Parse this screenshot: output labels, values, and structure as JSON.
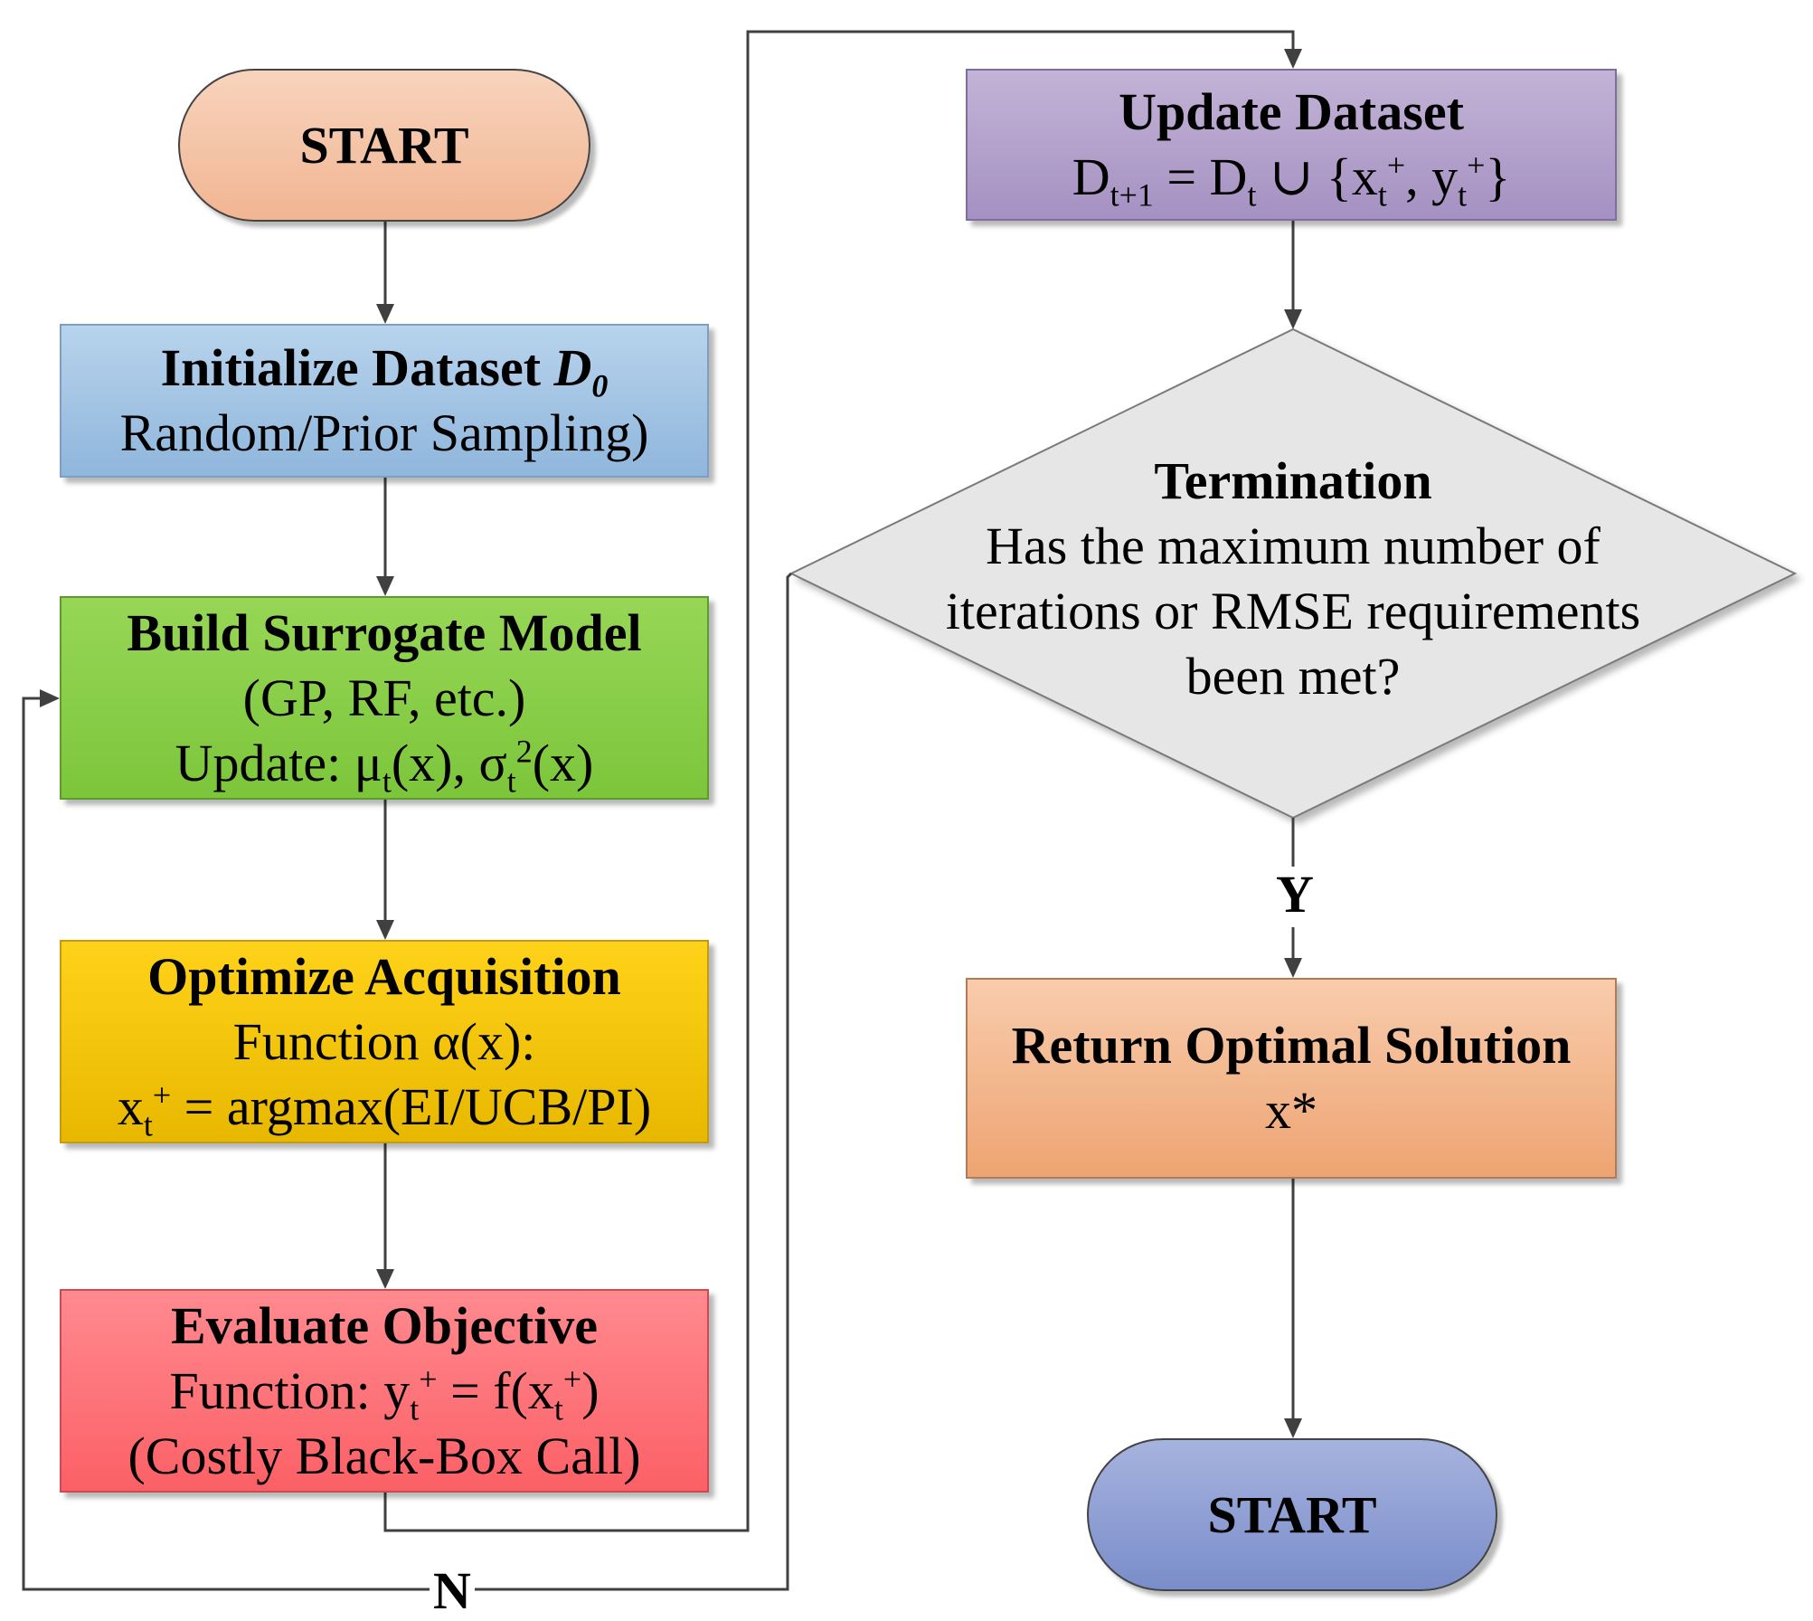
{
  "start": {
    "label": "START"
  },
  "initialize": {
    "title": "Initialize Dataset",
    "title_var": "D",
    "title_var_sub": "0",
    "line2": "Random/Prior Sampling)"
  },
  "build": {
    "title": "Build Surrogate Model",
    "line2": "(GP, RF, etc.)",
    "line3_a": "Update: μ",
    "line3_sub1": "t",
    "line3_b": "(x), σ",
    "line3_sub2": "t",
    "line3_sup2": "2",
    "line3_c": "(x)"
  },
  "optimize": {
    "title": "Optimize Acquisition",
    "line2": "Function α(x):",
    "line3_a": "x",
    "line3_sub": "t",
    "line3_sup": "+",
    "line3_b": " = argmax(EI/UCB/PI)"
  },
  "evaluate": {
    "title": "Evaluate Objective",
    "line2_a": "Function: y",
    "line2_sub1": "t",
    "line2_sup1": "+",
    "line2_b": " = f(x",
    "line2_sub2": "t",
    "line2_sup2": "+",
    "line2_c": ")",
    "line3": "(Costly Black-Box Call)"
  },
  "update": {
    "title": "Update Dataset",
    "line2_a": "D",
    "line2_sub1": "t+1",
    "line2_b": " = D",
    "line2_sub2": "t",
    "line2_c": " ∪  {x",
    "line2_sub3": "t",
    "line2_sup3": "+",
    "line2_d": ", y",
    "line2_sub4": "t",
    "line2_sup4": "+",
    "line2_e": "}"
  },
  "termination": {
    "title": "Termination",
    "line2": "Has the maximum number of",
    "line3": "iterations or RMSE requirements",
    "line4": "been met?"
  },
  "return_solution": {
    "title": "Return Optimal Solution",
    "line2": "x*"
  },
  "end": {
    "label": "START"
  },
  "labels": {
    "yes": "Y",
    "no": "N"
  },
  "colors": {
    "start": "#f4c3a4",
    "initialize": "#a3c4e4",
    "build": "#8ccf4a",
    "optimize": "#f7c60c",
    "evaluate": "#fc7378",
    "update": "#b4a2cc",
    "termination": "#e6e6e6",
    "return_solution": "#f3b88c",
    "end": "#8fa0d4",
    "connector": "#404040"
  }
}
